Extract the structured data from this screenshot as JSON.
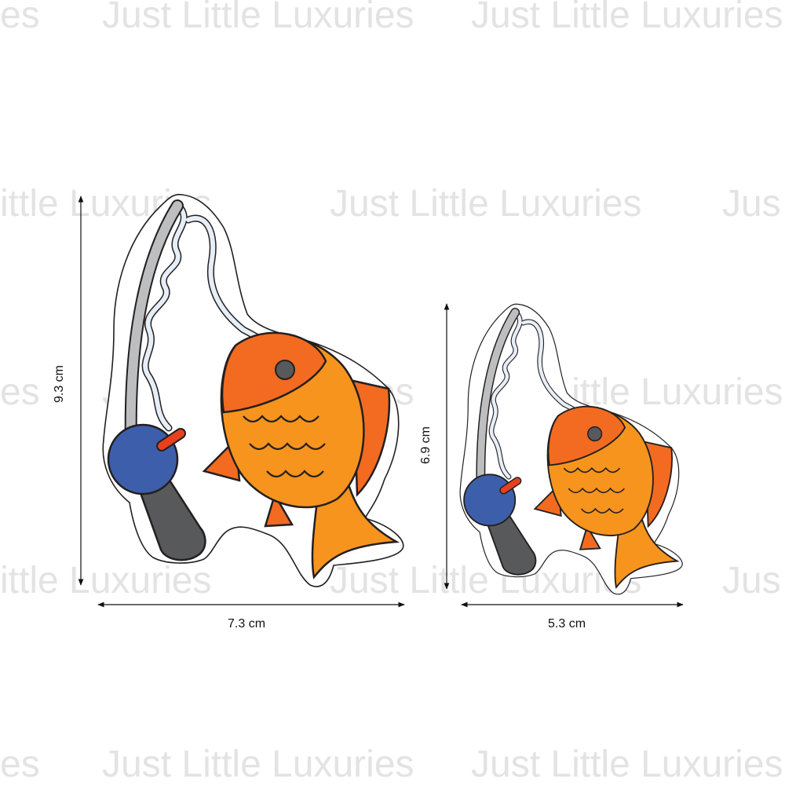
{
  "watermark": {
    "full": "Just Little Luxuries",
    "partial_left_a": "es",
    "partial_left_b": "ittle Luxuries",
    "partial_right": "Jus"
  },
  "large": {
    "height_label": "9.3 cm",
    "width_label": "7.3 cm"
  },
  "small": {
    "height_label": "6.9 cm",
    "width_label": "5.3 cm"
  },
  "colors": {
    "rod": "#bcbec0",
    "handle": "#58595b",
    "reel": "#3d5fab",
    "knob": "#e8401c",
    "fish_body": "#f7941d",
    "fish_head": "#f26b21",
    "line": "#e6eef8"
  }
}
